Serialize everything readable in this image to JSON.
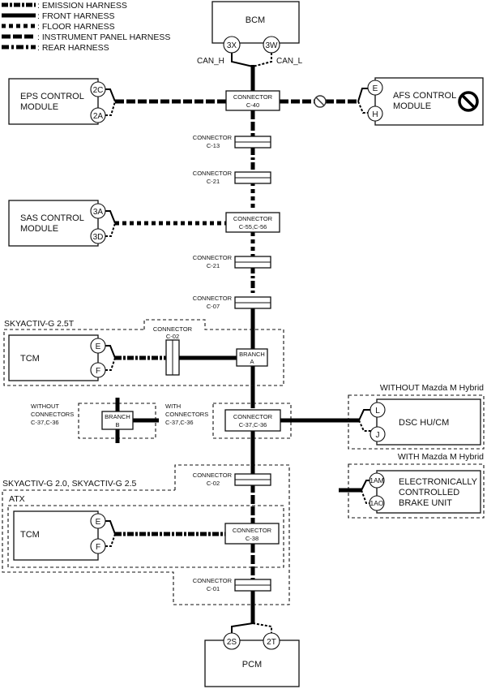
{
  "legend": [
    {
      "style": "emission",
      "label": ": EMISSION HARNESS"
    },
    {
      "style": "front",
      "label": ": FRONT HARNESS"
    },
    {
      "style": "floor",
      "label": ": FLOOR HARNESS"
    },
    {
      "style": "instrument-panel",
      "label": ": INSTRUMENT PANEL HARNESS"
    },
    {
      "style": "rear",
      "label": ": REAR HARNESS"
    }
  ],
  "modules": {
    "bcm": {
      "name": "BCM",
      "pins": [
        "3X",
        "3W"
      ],
      "wire_labels": [
        "CAN_H",
        "CAN_L"
      ]
    },
    "eps": {
      "name_line1": "EPS CONTROL",
      "name_line2": "MODULE",
      "pins": [
        "2C",
        "2A"
      ]
    },
    "afs": {
      "name_line1": "AFS CONTROL",
      "name_line2": "MODULE",
      "pins": [
        "E",
        "H"
      ],
      "icon": "prohibited-icon"
    },
    "sas": {
      "name_line1": "SAS CONTROL",
      "name_line2": "MODULE",
      "pins": [
        "3A",
        "3D"
      ]
    },
    "tcm_25t": {
      "name": "TCM",
      "pins": [
        "E",
        "F"
      ]
    },
    "dsc": {
      "name": "DSC HU/CM",
      "pins": [
        "L",
        "J"
      ]
    },
    "ecbu": {
      "name_line1": "ELECTRONICALLY",
      "name_line2": "CONTROLLED",
      "name_line3": "BRAKE UNIT",
      "pins": [
        "1AM",
        "1AO"
      ]
    },
    "tcm_atx": {
      "name": "TCM",
      "pins": [
        "E",
        "F"
      ]
    },
    "pcm": {
      "name": "PCM",
      "pins": [
        "2S",
        "2T"
      ]
    }
  },
  "connectors": {
    "c40": {
      "label": "CONNECTOR",
      "id": "C-40"
    },
    "c13": {
      "label": "CONNECTOR",
      "id": "C-13"
    },
    "c21a": {
      "label": "CONNECTOR",
      "id": "C-21"
    },
    "c5556": {
      "label": "CONNECTOR",
      "id": "C-55,C-56"
    },
    "c21b": {
      "label": "CONNECTOR",
      "id": "C-21"
    },
    "c07": {
      "label": "CONNECTOR",
      "id": "C-07"
    },
    "c02a": {
      "label": "CONNECTOR",
      "id": "C-02"
    },
    "c3736": {
      "label": "CONNECTOR",
      "id": "C-37,C-36"
    },
    "c02b": {
      "label": "CONNECTOR",
      "id": "C-02"
    },
    "c38": {
      "label": "CONNECTOR",
      "id": "C-38"
    },
    "c01": {
      "label": "CONNECTOR",
      "id": "C-01"
    }
  },
  "branches": {
    "a": {
      "label": "BRANCH",
      "id": "A"
    },
    "b": {
      "label": "BRANCH",
      "id": "B"
    }
  },
  "sections": {
    "skyactiv_25t": "SKYACTIV-G 2.5T",
    "without_connectors": [
      "WITHOUT",
      "CONNECTORS",
      "C-37,C-36"
    ],
    "with_connectors": [
      "WITH",
      "CONNECTORS",
      "C-37,C-36"
    ],
    "without_hybrid": "WITHOUT Mazda M Hybrid",
    "with_hybrid": "WITH Mazda M Hybrid",
    "skyactiv_20_25": "SKYACTIV-G 2.0, SKYACTIV-G 2.5",
    "atx": "ATX"
  }
}
